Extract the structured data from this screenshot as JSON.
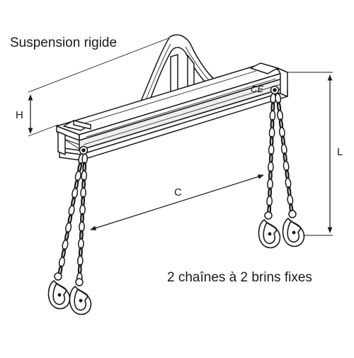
{
  "captions": {
    "title": "Suspension rigide",
    "subtitle": "2 chaînes à 2 brins fixes"
  },
  "dimensions": {
    "h": "H",
    "l": "L",
    "c": "C"
  },
  "marks": {
    "ce": "CE"
  },
  "colors": {
    "line": "#1a1a1a",
    "fill": "#ffffff",
    "shade": "#dcdcdc"
  }
}
